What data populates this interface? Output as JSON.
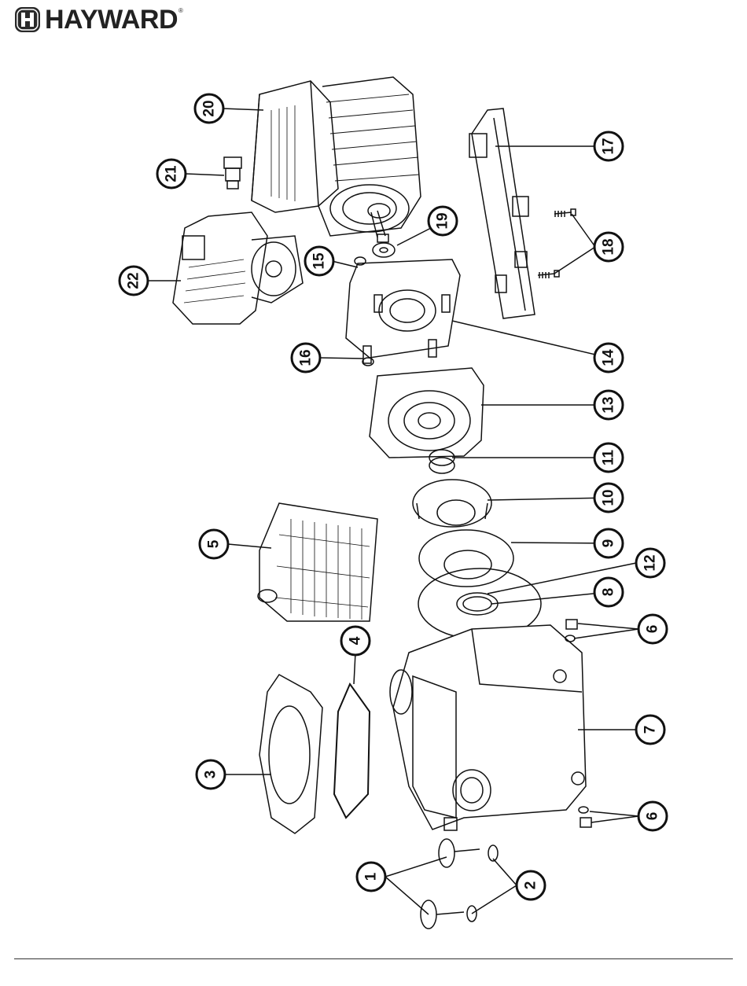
{
  "brand": {
    "name": "HAYWARD",
    "mark": "®"
  },
  "callouts": [
    "1",
    "2",
    "3",
    "4",
    "5",
    "6",
    "7",
    "8",
    "9",
    "10",
    "11",
    "12",
    "13",
    "14",
    "15",
    "16",
    "17",
    "18",
    "19",
    "20",
    "21",
    "22"
  ],
  "colors": {
    "line": "#111111",
    "background": "#ffffff",
    "logo": "#222222"
  }
}
